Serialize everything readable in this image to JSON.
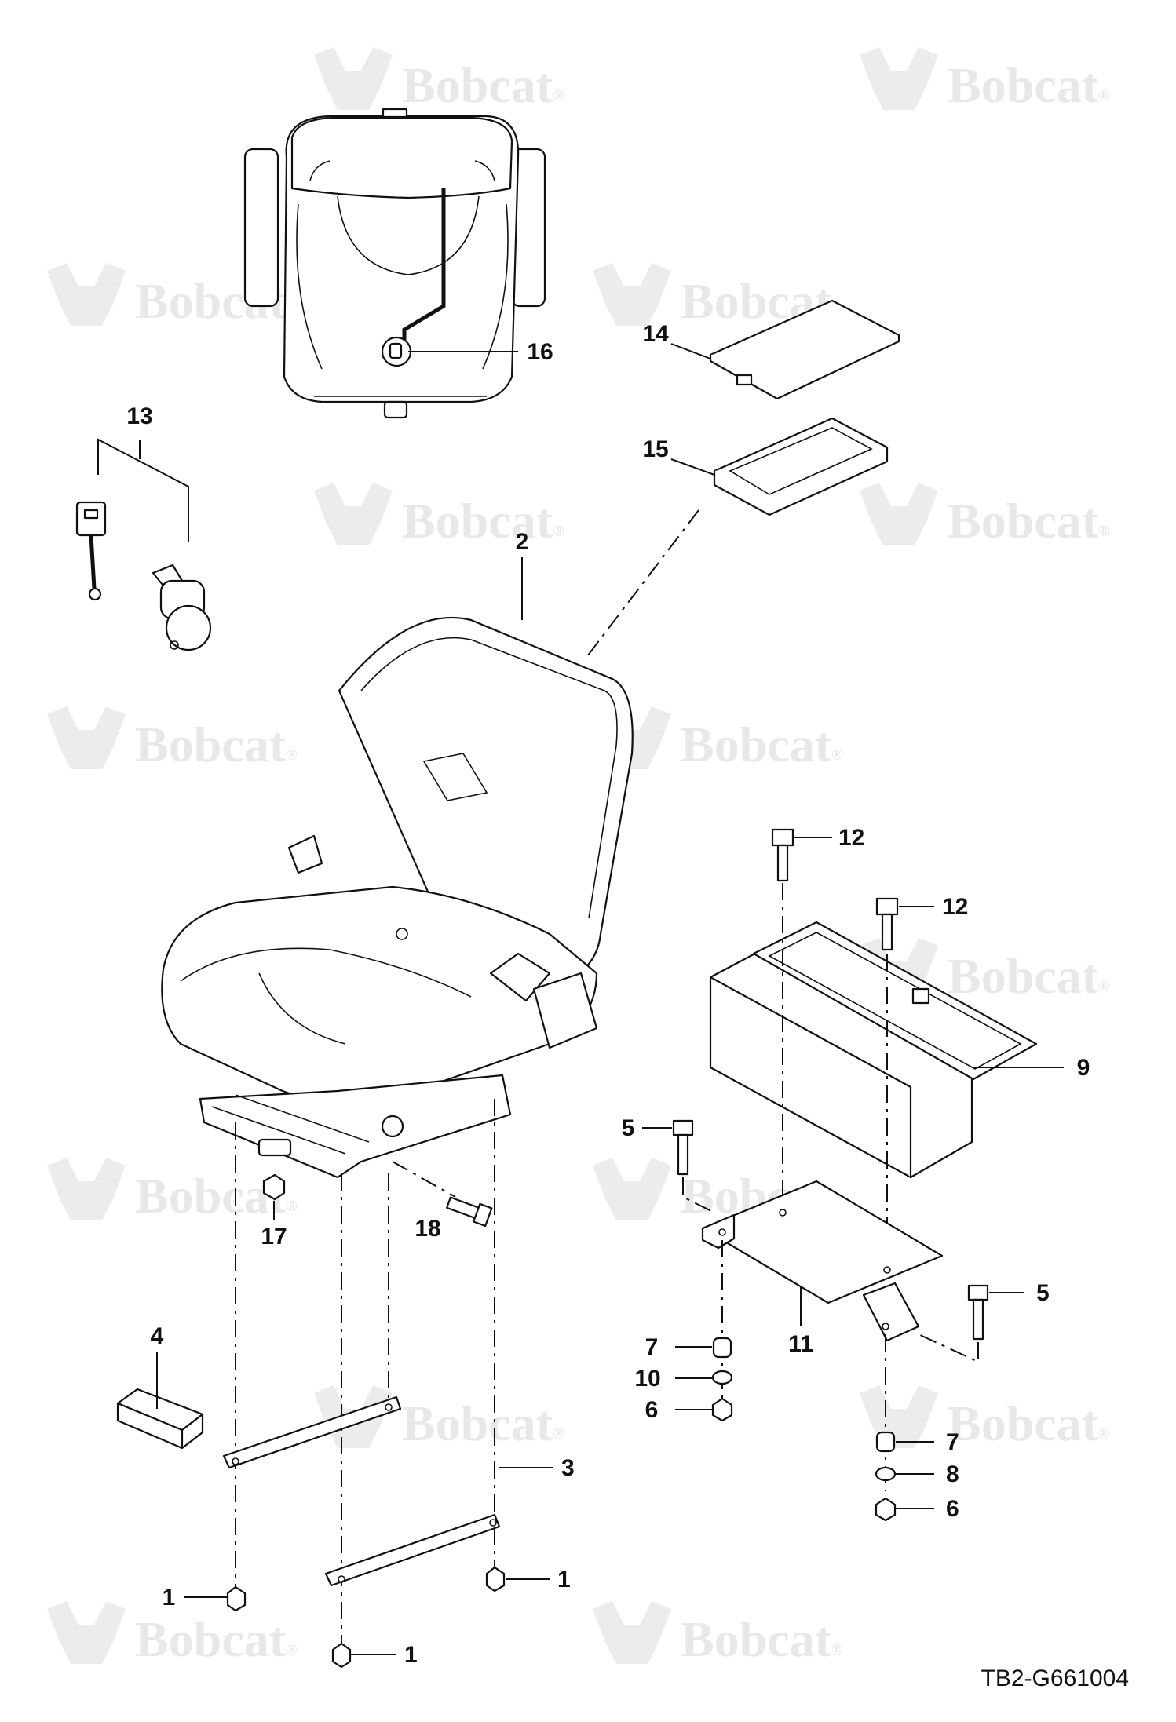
{
  "watermark": {
    "brand": "Bobcat",
    "registered": "®"
  },
  "drawing_code": "TB2-G661004",
  "callouts": {
    "c1a": "1",
    "c1b": "1",
    "c1c": "1",
    "c2": "2",
    "c3": "3",
    "c4": "4",
    "c5a": "5",
    "c5b": "5",
    "c6a": "6",
    "c6b": "6",
    "c7a": "7",
    "c7b": "7",
    "c8": "8",
    "c9": "9",
    "c10": "10",
    "c11": "11",
    "c12a": "12",
    "c12b": "12",
    "c13": "13",
    "c14": "14",
    "c15": "15",
    "c16": "16",
    "c17": "17",
    "c18": "18"
  },
  "colors": {
    "line": "#111111",
    "watermark": "#e8e8e8",
    "background": "#ffffff"
  }
}
